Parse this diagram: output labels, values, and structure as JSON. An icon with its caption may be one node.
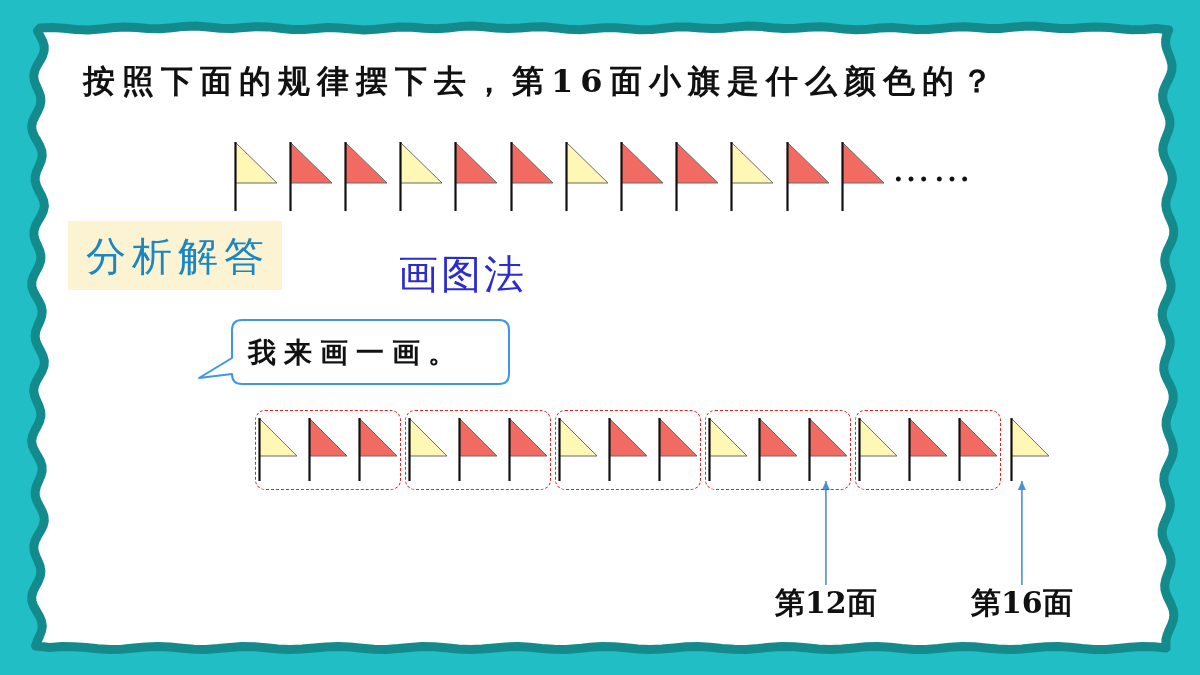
{
  "diagram": {
    "title": "按照下面的规律摆下去，第16面小旗是什么颜色的？",
    "nodes": [
      {
        "text": [],
        "shape": "flag"
      },
      {
        "text": [],
        "shape": "flag"
      },
      {
        "text": [],
        "shape": "flag"
      },
      {
        "text": [],
        "shape": "flag"
      },
      {
        "text": [],
        "shape": "flag"
      },
      {
        "text": [],
        "shape": "flag"
      },
      {
        "text": [],
        "shape": "flag"
      },
      {
        "text": [],
        "shape": "flag"
      },
      {
        "text": [],
        "shape": "flag"
      },
      {
        "text": [],
        "shape": "flag"
      },
      {
        "text": [],
        "shape": "flag"
      },
      {
        "text": [],
        "shape": "flag"
      },
      {
        "text": [
          "分析解答"
        ]
      },
      {
        "text": [
          "我来画一画。"
        ]
      },
      {
        "text": [],
        "shape": "box"
      },
      {
        "text": [],
        "shape": "flag",
        "in": 14
      },
      {
        "text": [],
        "shape": "flag",
        "in": 14
      },
      {
        "text": [],
        "shape": "flag",
        "in": 14
      },
      {
        "text": [],
        "shape": "box"
      },
      {
        "text": [],
        "shape": "flag",
        "in": 18
      },
      {
        "text": [],
        "shape": "flag",
        "in": 18
      },
      {
        "text": [],
        "shape": "flag",
        "in": 18
      },
      {
        "text": [],
        "shape": "box"
      },
      {
        "text": [],
        "shape": "flag",
        "in": 22
      },
      {
        "text": [],
        "shape": "flag",
        "in": 22
      },
      {
        "text": [],
        "shape": "flag",
        "in": 22
      },
      {
        "text": [],
        "shape": "box"
      },
      {
        "text": [],
        "shape": "flag",
        "in": 26
      },
      {
        "text": [],
        "shape": "flag",
        "in": 26
      },
      {
        "text": [],
        "shape": "flag",
        "in": 26
      },
      {
        "text": [],
        "shape": "box"
      },
      {
        "text": [],
        "shape": "flag",
        "in": 30
      },
      {
        "text": [],
        "shape": "flag",
        "in": 30
      },
      {
        "text": [],
        "shape": "flag",
        "in": 30
      },
      {
        "text": [],
        "shape": "flag"
      },
      {
        "text": [
          "第12面"
        ]
      },
      {
        "text": [
          "第16面"
        ]
      }
    ],
    "edges": [
      {
        "from": 35,
        "to": 29,
        "arrow": "to"
      },
      {
        "from": 36,
        "to": 34,
        "arrow": "to"
      }
    ],
    "labels": [
      "……",
      "画图法"
    ]
  }
}
